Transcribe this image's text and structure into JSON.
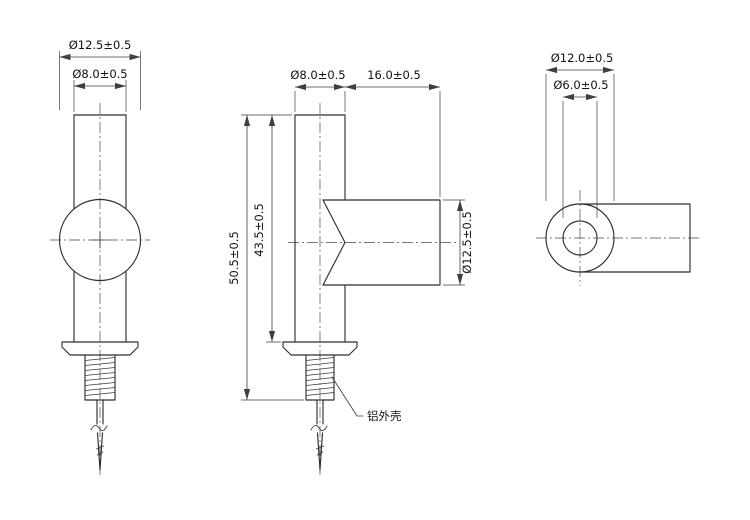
{
  "drawing": {
    "front_view": {
      "dim_ball_od": "Ø12.5±0.5",
      "dim_tube_od": "Ø8.0±0.5"
    },
    "side_view": {
      "dim_tube_od": "Ø8.0±0.5",
      "dim_branch_length": "16.0±0.5",
      "dim_overall_height": "50.5±0.5",
      "dim_body_height": "43.5±0.5",
      "dim_branch_od": "Ø12.5±0.5",
      "label_aluminum_shell": "铝外壳"
    },
    "end_view": {
      "dim_ring_od": "Ø12.0±0.5",
      "dim_hole_id": "Ø6.0±0.5"
    }
  }
}
